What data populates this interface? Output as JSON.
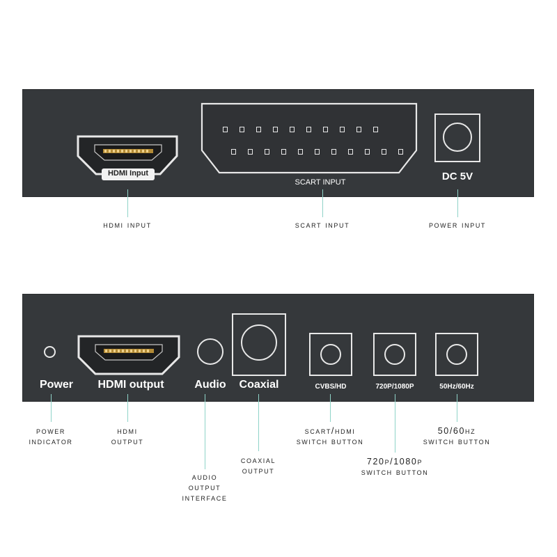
{
  "top_panel": {
    "hdmi_port_label": "HDMI Input",
    "scart_port_label": "SCART INPUT",
    "dc_label": "DC 5V"
  },
  "top_callouts": {
    "hdmi_input": "HDMI Input",
    "scart_input": "Scart Input",
    "power_input": "Power Input"
  },
  "bottom_panel": {
    "power_label": "Power",
    "hdmi_output_label": "HDMI output",
    "audio_label": "Audio",
    "coaxial_label": "Coaxial",
    "cvbs_label": "CVBS/HD",
    "res_label": "720P/1080P",
    "hz_label": "50Hz/60Hz"
  },
  "bottom_callouts": {
    "power_indicator": [
      "Power",
      "Indicator"
    ],
    "hdmi_output": [
      "HDMI",
      "Output"
    ],
    "audio_output": [
      "Audio",
      "output",
      "interface"
    ],
    "coaxial_output": [
      "Coaxial",
      "Output"
    ],
    "scart_hdmi_switch": [
      "Scart/HDMI",
      "Switch Button"
    ],
    "res_switch": [
      "720P/1080P",
      "Switch Button"
    ],
    "hz_switch": [
      "50/60Hz",
      "Switch Button"
    ]
  },
  "colors": {
    "panel": "#35383b",
    "leader": "#8fd3c8",
    "port_outline": "#e8e8e8"
  }
}
